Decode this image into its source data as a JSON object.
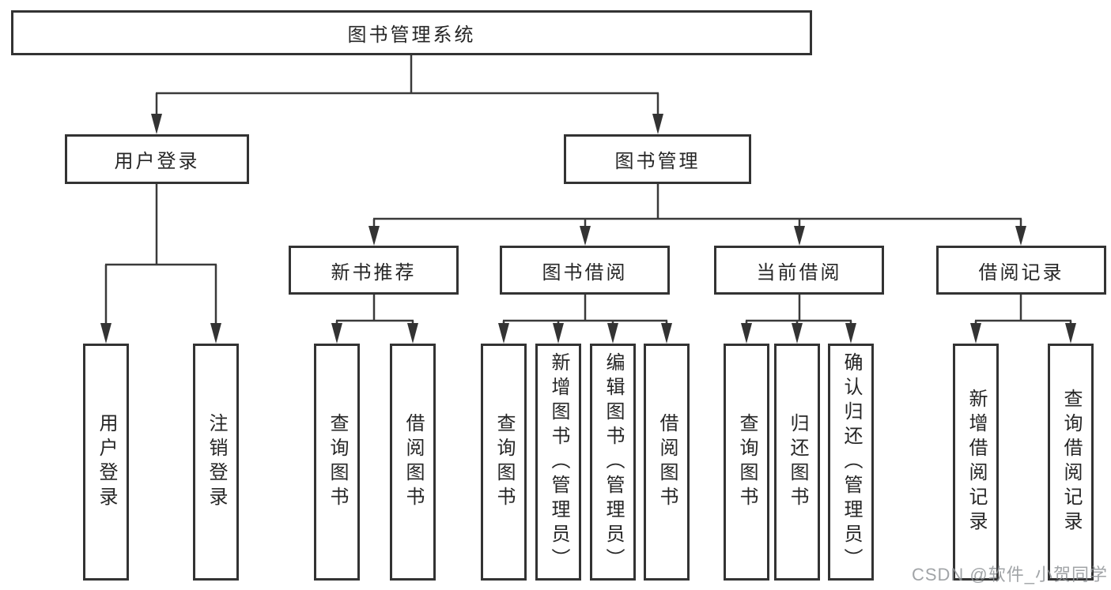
{
  "diagram": {
    "root": "图书管理系统",
    "branches": [
      {
        "label": "用户登录",
        "children": [
          "用户登录",
          "注销登录"
        ]
      },
      {
        "label": "图书管理",
        "children": [
          {
            "label": "新书推荐",
            "children": [
              "查询图书",
              "借阅图书"
            ]
          },
          {
            "label": "图书借阅",
            "children": [
              "查询图书",
              "新增图书（管理员）",
              "编辑图书（管理员）",
              "借阅图书"
            ]
          },
          {
            "label": "当前借阅",
            "children": [
              "查询图书",
              "归还图书",
              "确认归还（管理员）"
            ]
          },
          {
            "label": "借阅记录",
            "children": [
              "新增借阅记录",
              "查询借阅记录"
            ]
          }
        ]
      }
    ]
  },
  "watermark": {
    "text": "CSDN @软件_小贺同学"
  },
  "colors": {
    "line": "#3a3a3a",
    "box_border": "#333333",
    "text": "#262626",
    "watermark": "#919498",
    "background": "#ffffff"
  }
}
